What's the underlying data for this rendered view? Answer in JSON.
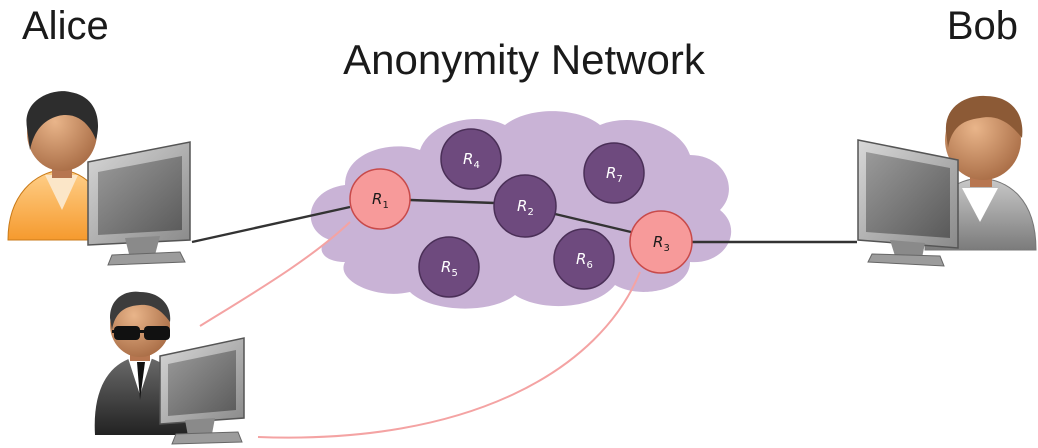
{
  "labels": {
    "left_person": "Alice",
    "right_person": "Bob",
    "network": "Anonymity Network"
  },
  "relays": [
    {
      "id": "R1",
      "base": "R",
      "sub": "1",
      "kind": "compromised"
    },
    {
      "id": "R2",
      "base": "R",
      "sub": "2",
      "kind": "honest"
    },
    {
      "id": "R3",
      "base": "R",
      "sub": "3",
      "kind": "compromised"
    },
    {
      "id": "R4",
      "base": "R",
      "sub": "4",
      "kind": "honest"
    },
    {
      "id": "R5",
      "base": "R",
      "sub": "5",
      "kind": "honest"
    },
    {
      "id": "R6",
      "base": "R",
      "sub": "6",
      "kind": "honest"
    },
    {
      "id": "R7",
      "base": "R",
      "sub": "7",
      "kind": "honest"
    }
  ],
  "colors": {
    "honest_relay": "#6e4a7e",
    "compromised_relay": "#f79a9a",
    "cloud": "#c9b3d6",
    "path": "#333333",
    "observer_link": "#f4a3a3"
  },
  "icons": [
    "user-at-computer-icon",
    "spy-at-computer-icon",
    "cloud-icon"
  ]
}
